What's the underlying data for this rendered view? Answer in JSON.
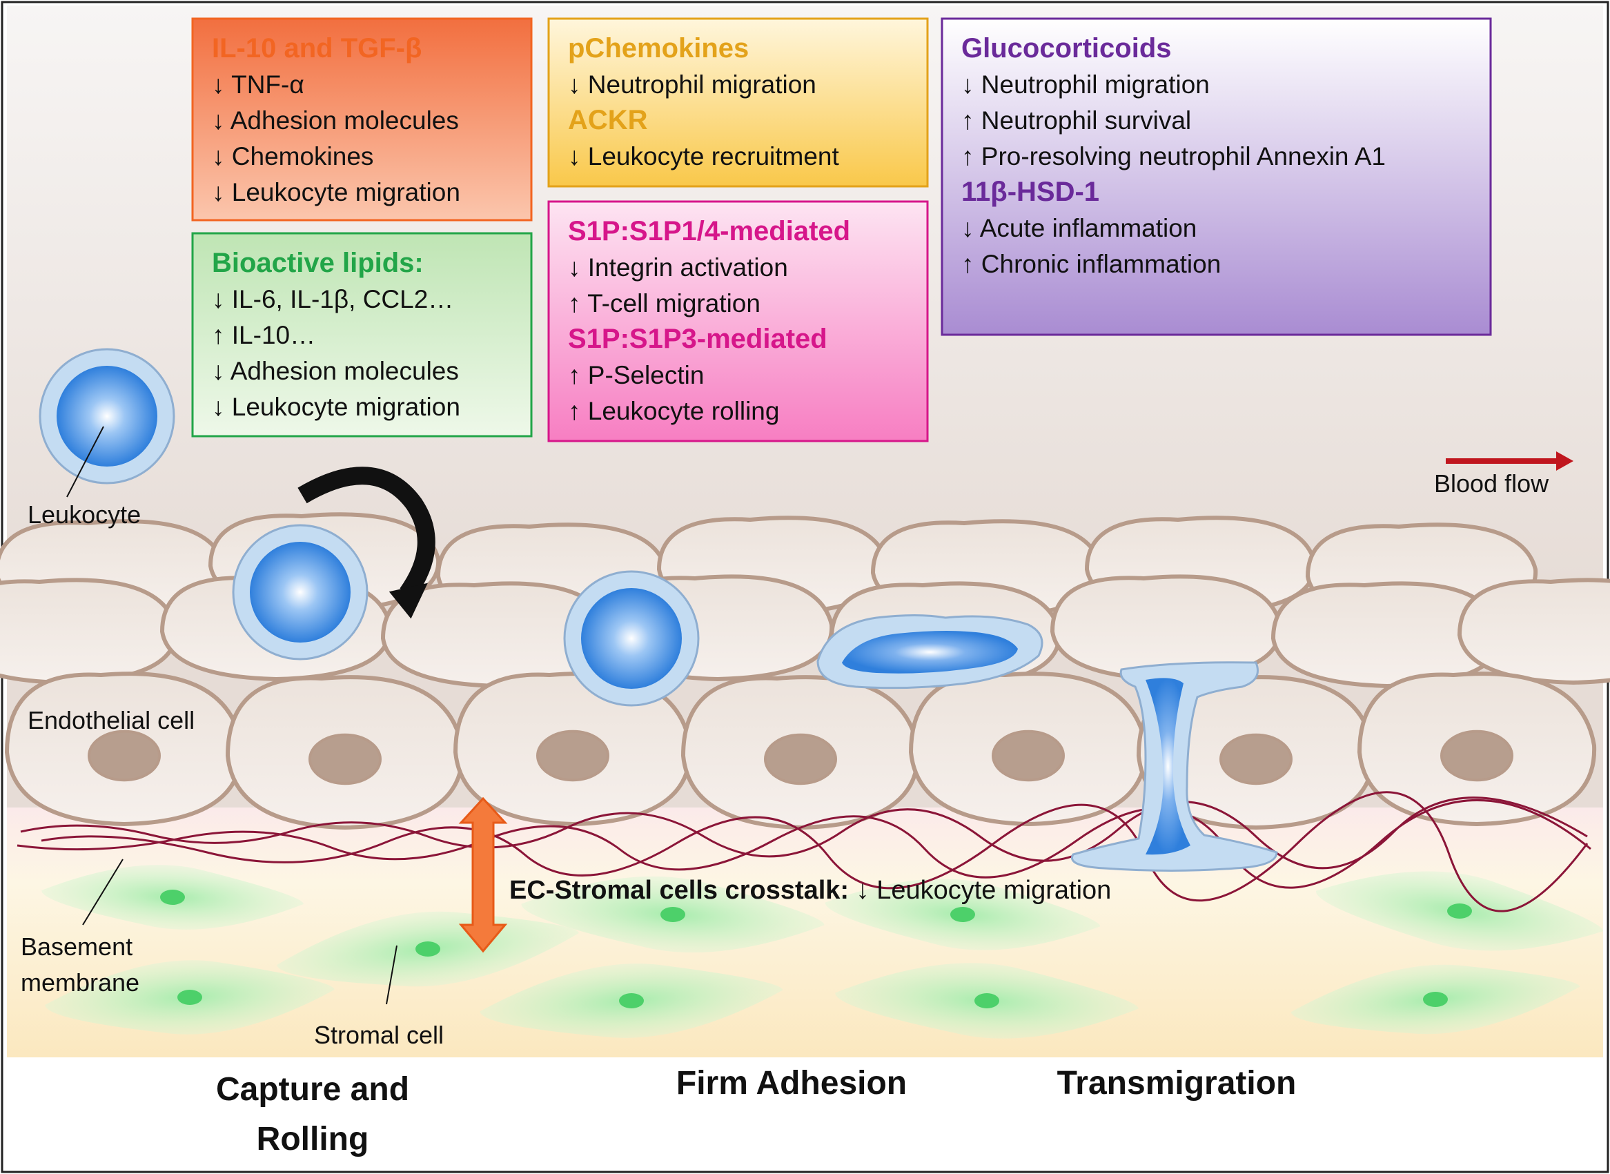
{
  "boxes": [
    {
      "title": "IL-10 and TGF-β",
      "title_color": "#f26522",
      "border": "#f26522",
      "fill_top": "#f26f3f",
      "fill_bottom": "#fbc6ad",
      "items": [
        "↓ TNF-α",
        "↓ Adhesion molecules",
        "↓ Chemokines",
        "↓ Leukocyte migration"
      ]
    },
    {
      "title": "Bioactive lipids:",
      "title_color": "#22a548",
      "border": "#22a548",
      "fill_top": "#bfe5b4",
      "fill_bottom": "#eef8e9",
      "items": [
        "↓ IL-6, IL-1β, CCL2…",
        "↑ IL-10…",
        "↓ Adhesion molecules",
        "↓ Leukocyte migration"
      ]
    },
    {
      "title": "pChemokines",
      "title_color": "#e3a21a",
      "border": "#e3a21a",
      "fill_top": "#fff6dc",
      "fill_bottom": "#f9c84a",
      "items": [
        "↓ Neutrophil migration"
      ],
      "title2": "ACKR",
      "items2": [
        "↓ Leukocyte recruitment"
      ]
    },
    {
      "title": "S1P:S1P1/4-mediated",
      "title_color": "#d6168a",
      "border": "#d6168a",
      "fill_top": "#fde4f2",
      "fill_bottom": "#f77ec2",
      "items": [
        "↓ Integrin activation",
        "↑ T-cell migration"
      ],
      "title2": "S1P:S1P3-mediated",
      "items2": [
        "↑ P-Selectin",
        "↑ Leukocyte rolling"
      ]
    },
    {
      "title": "Glucocorticoids",
      "title_color": "#6a2a9a",
      "border": "#6a2a9a",
      "fill_top": "#ffffff",
      "fill_bottom": "#a98cd2",
      "items": [
        "↓ Neutrophil migration",
        "↑ Neutrophil survival",
        "↑ Pro-resolving neutrophil Annexin A1"
      ],
      "title2": "11β-HSD-1",
      "items2": [
        "↓ Acute inflammation",
        "↑ Chronic inflammation"
      ]
    }
  ],
  "labels": {
    "leukocyte": "Leukocyte",
    "endothelial": "Endothelial  cell",
    "basement_1": "Basement",
    "basement_2": "membrane",
    "stromal": "Stromal cell",
    "blood_flow": "Blood flow",
    "crosstalk_bold": "EC-Stromal cells crosstalk:",
    "crosstalk_rest": " ↓ Leukocyte migration"
  },
  "stages": {
    "capture_1": "Capture and",
    "capture_2": "Rolling",
    "adhesion": "Firm Adhesion",
    "transmigration": "Transmigration"
  },
  "colors": {
    "cell_outline": "#b79b8a",
    "cell_fill": "#ece3dc",
    "nucleus": "#b79e8e",
    "leukocyte": "#3f8de0",
    "membrane": "#8b1538",
    "stromal": "#4dd06a",
    "flow_arrow": "#c0161e",
    "crosstalk_arrow": "#f47a3b"
  }
}
